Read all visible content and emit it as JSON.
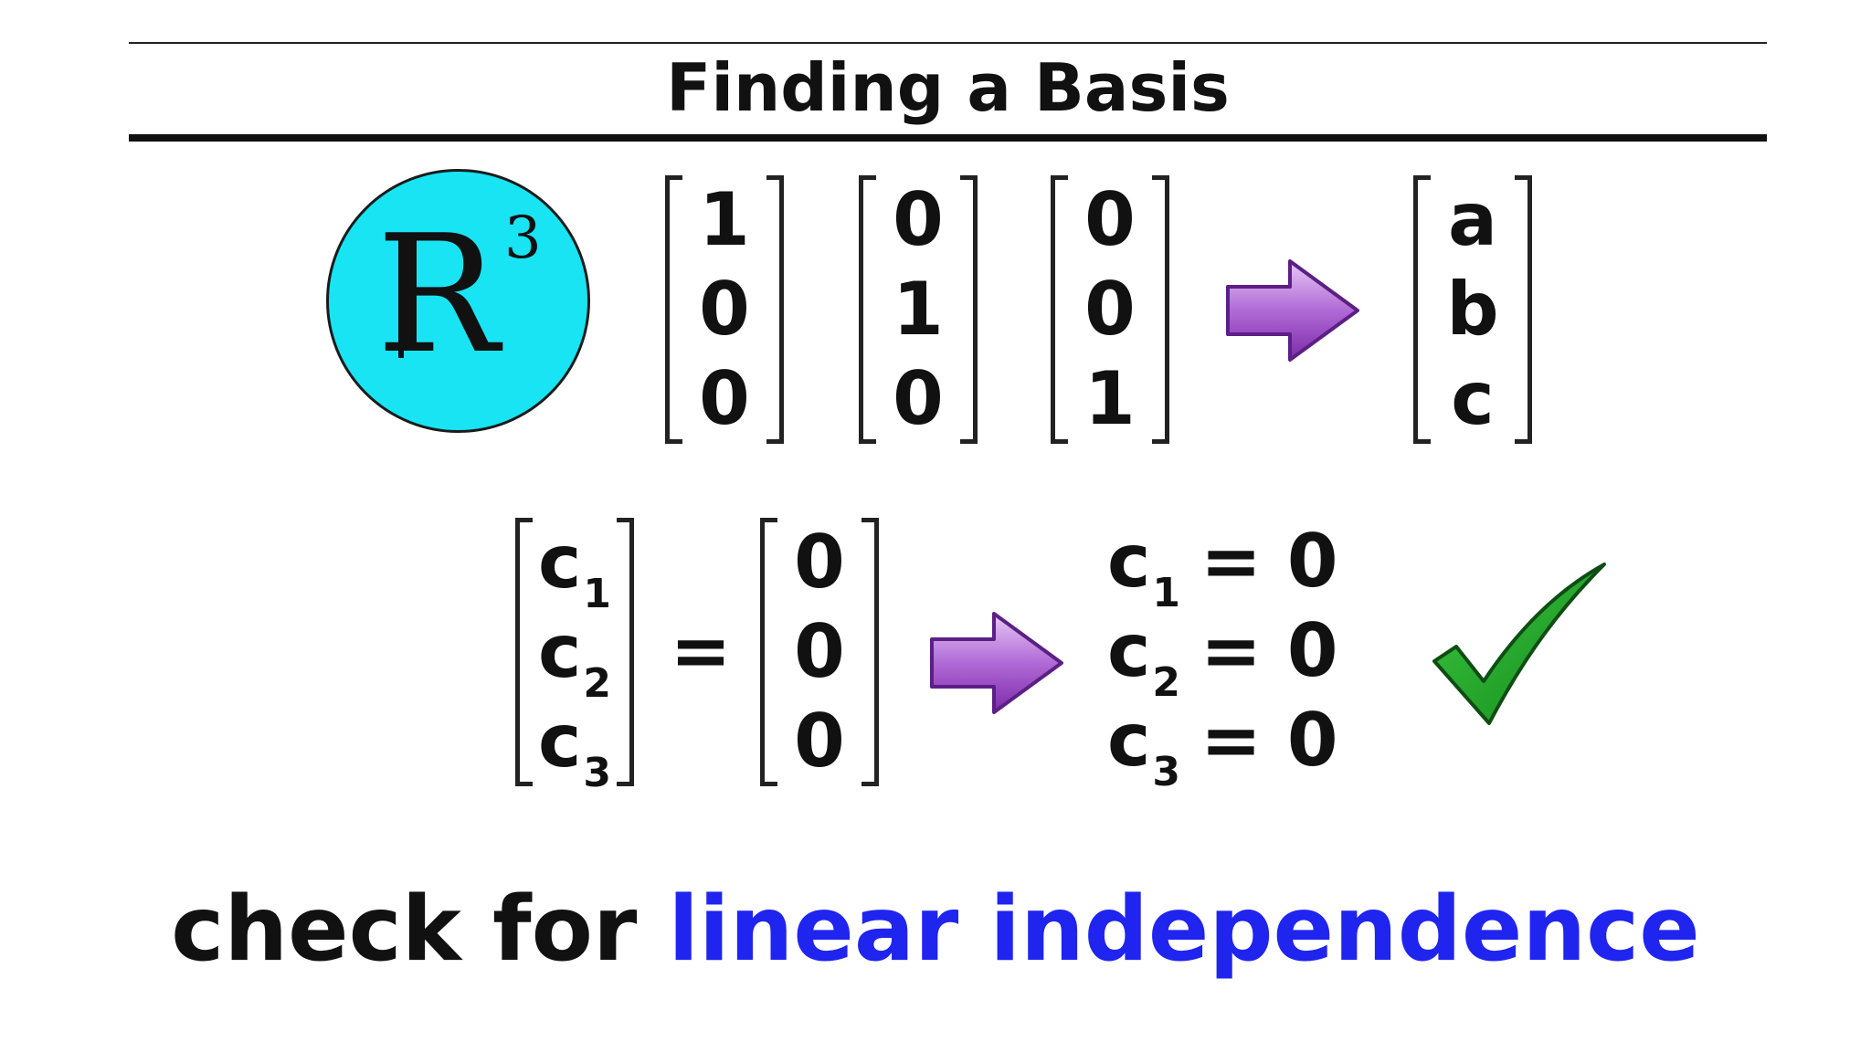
{
  "slide": {
    "title": "Finding a Basis",
    "space_symbol": "R",
    "space_exponent": "3",
    "basis_vectors": [
      [
        "1",
        "0",
        "0"
      ],
      [
        "0",
        "1",
        "0"
      ],
      [
        "0",
        "0",
        "1"
      ]
    ],
    "target_vector": [
      "a",
      "b",
      "c"
    ],
    "coefficients": [
      {
        "base": "c",
        "sub": "1"
      },
      {
        "base": "c",
        "sub": "2"
      },
      {
        "base": "c",
        "sub": "3"
      }
    ],
    "equals_sign": "=",
    "zero_vector": [
      "0",
      "0",
      "0"
    ],
    "solutions": [
      {
        "base": "c",
        "sub": "1",
        "rhs": "= 0"
      },
      {
        "base": "c",
        "sub": "2",
        "rhs": "= 0"
      },
      {
        "base": "c",
        "sub": "3",
        "rhs": "= 0"
      }
    ],
    "caption_plain": "check for ",
    "caption_highlight": "linear independence"
  },
  "colors": {
    "circle_fill": "#19e4f3",
    "arrow_fill": "#9b3fc2",
    "check_fill": "#1fa327",
    "highlight_text": "#1f24ee"
  },
  "icons": [
    "right-arrow-icon",
    "checkmark-icon"
  ]
}
